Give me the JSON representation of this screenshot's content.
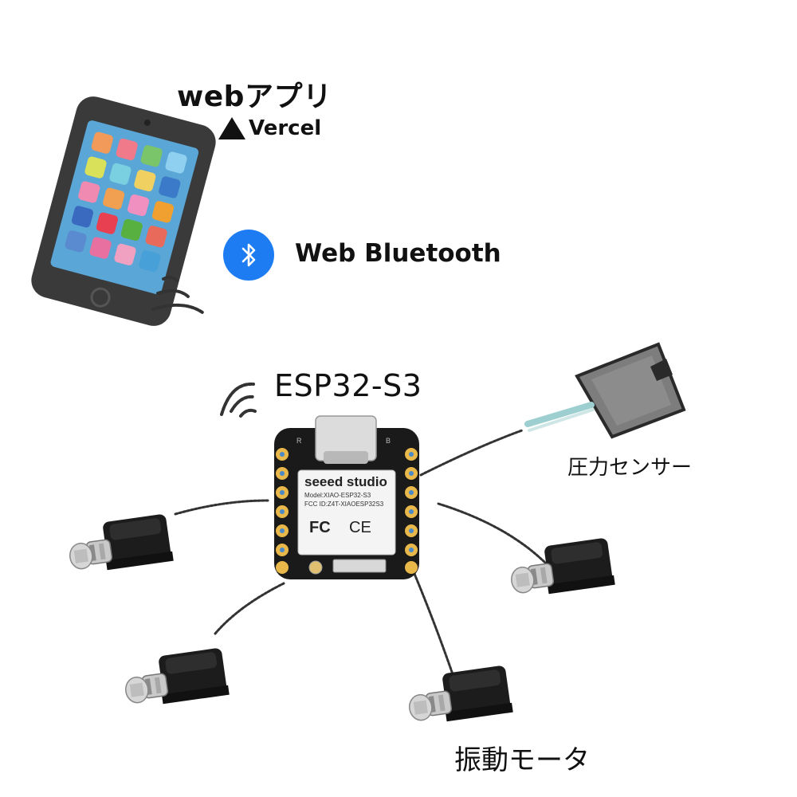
{
  "labels": {
    "web_app": "webアプリ",
    "vercel": "Vercel",
    "web_bluetooth": "Web Bluetooth",
    "esp32": "ESP32-S3",
    "pressure_sensor": "圧力センサー",
    "vibration_motor": "振動モータ"
  },
  "board": {
    "brand": "seeed studio",
    "model": "Model:XIAO-ESP32-S3",
    "fcc": "FCC ID:Z4T-XIAOESP32S3",
    "fc_mark": "FC",
    "ce_mark": "CE",
    "pin_r": "R",
    "pin_b": "B"
  },
  "colors": {
    "bluetooth_badge": "#1e7cf2",
    "phone_body": "#3a3a3a",
    "phone_screen": "#5aa6d6",
    "board_body": "#1a1a1a",
    "board_pin": "#e8b84a",
    "sensor_pad": "#7d7d7d"
  },
  "icons": [
    "smartphone-icon",
    "bluetooth-icon",
    "vercel-triangle-icon",
    "wifi-waves-icon",
    "microcontroller-board",
    "pressure-sensor-icon",
    "vibration-motor-icon"
  ]
}
